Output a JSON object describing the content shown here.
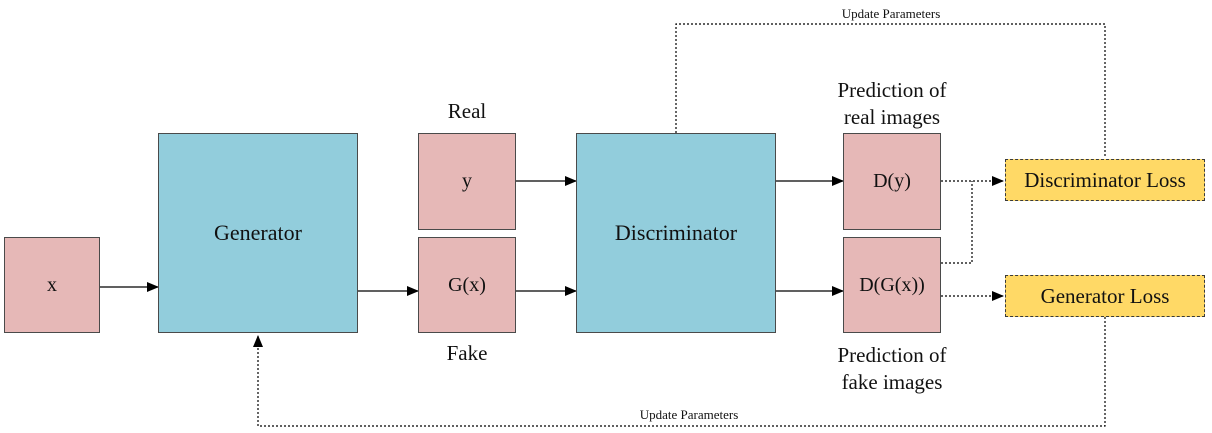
{
  "nodes": {
    "x": "x",
    "generator": "Generator",
    "y": "y",
    "gx": "G(x)",
    "discriminator": "Discriminator",
    "dy": "D(y)",
    "dgx": "D(G(x))",
    "disc_loss": "Discriminator Loss",
    "gen_loss": "Generator Loss"
  },
  "labels": {
    "real": "Real",
    "fake": "Fake",
    "pred_real_1": "Prediction of",
    "pred_real_2": "real images",
    "pred_fake_1": "Prediction of",
    "pred_fake_2": "fake images",
    "update_top": "Update Parameters",
    "update_bottom": "Update Parameters"
  },
  "colors": {
    "input_box": "#e6b8b7",
    "model_box": "#92cddc",
    "loss_box": "#ffd966"
  }
}
